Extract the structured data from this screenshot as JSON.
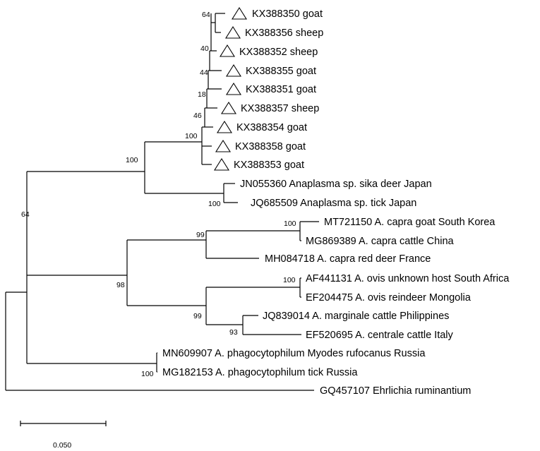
{
  "leaves": {
    "kx350": "KX388350 goat",
    "kx356": "KX388356 sheep",
    "kx352": "KX388352 sheep",
    "kx355": "KX388355 goat",
    "kx351": "KX388351 goat",
    "kx357": "KX388357 sheep",
    "kx354": "KX388354 goat",
    "kx358": "KX388358 goat",
    "kx353": "KX388353 goat",
    "jn055360": "JN055360 Anaplasma sp. sika deer Japan",
    "jq685509": "JQ685509 Anaplasma sp. tick Japan",
    "mt721150": "MT721150 A. capra goat South Korea",
    "mg869389": "MG869389 A. capra cattle China",
    "mh084718": "MH084718 A. capra red deer France",
    "af441131": "AF441131 A. ovis unknown host South Africa",
    "ef204475": "EF204475 A. ovis reindeer Mongolia",
    "jq839014": "JQ839014 A. marginale cattle Philippines",
    "ef520695": "EF520695 A. centrale cattle Italy",
    "mn609907": "MN609907 A. phagocytophilum Myodes rufocanus Russia",
    "mg182153": "MG182153 A. phagocytophilum tick Russia",
    "gq457107": "GQ457107 Ehrlichia ruminantium"
  },
  "bootstrap": {
    "kx_top": "64",
    "kx_40": "40",
    "kx_44": "44",
    "kx_18": "18",
    "kx_46": "46",
    "kx_clade": "100",
    "jp_sp": "100",
    "anaplasma_main": "100",
    "root_64": "64",
    "capra_100": "100",
    "capra_99": "99",
    "ovis_100": "100",
    "marg_93": "93",
    "ovis_marg_99": "99",
    "capra_ovis_98": "98",
    "phago_100": "100"
  },
  "scale_bar": {
    "label": "0.050"
  },
  "marker_icon": "open-triangle"
}
